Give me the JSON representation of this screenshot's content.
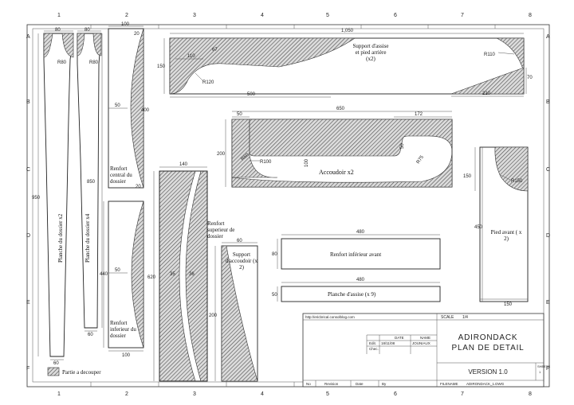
{
  "grid": {
    "columns": [
      "1",
      "2",
      "3",
      "4",
      "5",
      "6",
      "7",
      "8"
    ],
    "rows": [
      "A",
      "B",
      "C",
      "D",
      "E",
      "F"
    ]
  },
  "colors": {
    "line": "#333333",
    "hatch": "#555555",
    "paper": "#ffffff",
    "legend_swatch": "#9a9a9a"
  },
  "parts": {
    "plank_x2": {
      "label": "Planche du dossier x2",
      "dims": [
        "80",
        "R80",
        "950",
        "60"
      ]
    },
    "plank_x4": {
      "label": "Planche du dossier x4",
      "dims": [
        "80",
        "R80",
        "850",
        "60"
      ]
    },
    "central": {
      "label": "Renfort central du dossier",
      "dims": [
        "100",
        "20",
        "50",
        "400",
        "20"
      ]
    },
    "lower_back": {
      "label": "Renfort inferieur du dossier",
      "dims": [
        "440",
        "50",
        "100"
      ]
    },
    "upper_back": {
      "label": "Renfort superieur de dossier",
      "dims": [
        "140",
        "620",
        "35",
        "36"
      ]
    },
    "armrest_support": {
      "label": "Support d'accoudoir (x 2)",
      "dims": [
        "60",
        "200"
      ]
    },
    "seat_support": {
      "label": "Support d'assise et pied arrière (x2)",
      "dims": [
        "1,050",
        "150",
        "110",
        "67",
        "R120",
        "500",
        "R110",
        "70",
        "210"
      ]
    },
    "armrest": {
      "label": "Accoudoir x2",
      "dims": [
        "650",
        "50",
        "172",
        "200",
        "R60",
        "R100",
        "100",
        "50",
        "R75"
      ]
    },
    "front_leg": {
      "label": "Pied avant ( x 2)",
      "dims": [
        "150",
        "R150",
        "450",
        "150"
      ]
    },
    "lower_front": {
      "label": "Renfort inférieur avant",
      "dims": [
        "480",
        "80"
      ]
    },
    "seat_plank": {
      "label": "Planche d'assise  (x 9)",
      "dims": [
        "480",
        "50"
      ]
    }
  },
  "legend": {
    "label": "Partie a decouper"
  },
  "title_block": {
    "url": "http://ericbrical.consolblog.com",
    "scale_label": "SCALE",
    "scale_value": "1/4",
    "col_date": "DATE",
    "col_name": "NAME",
    "row_edit": "Edit.",
    "edit_date": "18/11/08",
    "edit_name": "JOUNIAUX",
    "row_chec": "Chec.",
    "title1": "ADIRONDACK",
    "title2": "PLAN DE DETAIL",
    "version": "VERSION  1.0",
    "sheets_label": "SHEETS",
    "sheets_value": "1",
    "no": "No",
    "revision": "Revision",
    "date": "Date",
    "by": "By",
    "filename_label": "FILENAME",
    "filename_value": "ADIRONDACK_1.DWG"
  }
}
